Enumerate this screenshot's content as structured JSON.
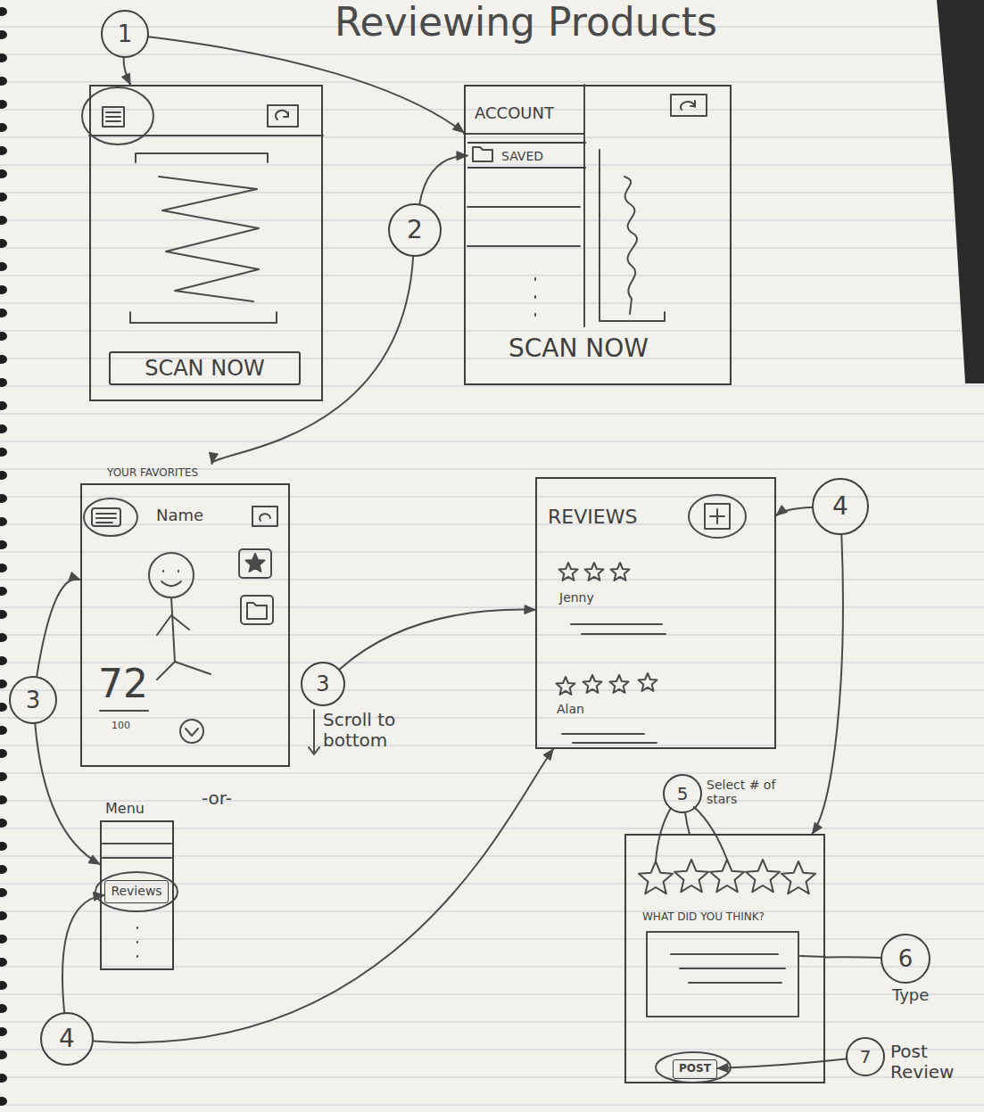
{
  "diagram": {
    "title": "Reviewing Products",
    "nodes": [
      {
        "text": [
          "SCAN NOW"
        ]
      },
      {
        "text": [
          "ACCOUNT",
          "SCAN NOW"
        ]
      },
      {
        "text": [
          "SAVED"
        ],
        "in": 1
      },
      {
        "text": [
          "YOUR FAVORITES",
          "Name",
          "72",
          "100"
        ]
      },
      {
        "text": [
          "Menu"
        ]
      },
      {
        "text": [
          "Reviews"
        ],
        "in": 4
      },
      {
        "text": [
          "REVIEWS",
          "Jenny",
          "Alan"
        ]
      },
      {
        "text": [
          "WHAT DID YOU THINK?"
        ]
      },
      {
        "text": [
          "POST"
        ],
        "in": 7
      },
      {
        "text": [
          "1"
        ]
      },
      {
        "text": [
          "2"
        ]
      },
      {
        "text": [
          "3"
        ]
      },
      {
        "text": [
          "3"
        ]
      },
      {
        "text": [
          "4"
        ]
      },
      {
        "text": [
          "4"
        ]
      },
      {
        "text": [
          "5"
        ]
      },
      {
        "text": [
          "6"
        ]
      },
      {
        "text": [
          "7"
        ]
      }
    ],
    "edges": [
      {
        "from": 9,
        "to": 0,
        "arrow": "to"
      },
      {
        "from": 9,
        "to": 1,
        "arrow": "to"
      },
      {
        "from": 10,
        "to": 2,
        "arrow": "to"
      },
      {
        "from": 10,
        "to": 3,
        "arrow": "to"
      },
      {
        "from": 11,
        "to": 3,
        "arrow": "to"
      },
      {
        "from": 11,
        "to": 4,
        "arrow": "to"
      },
      {
        "from": 12,
        "to": 6,
        "arrow": "to"
      },
      {
        "from": 13,
        "to": 5,
        "arrow": "to"
      },
      {
        "from": 13,
        "to": 6,
        "arrow": "to"
      },
      {
        "from": 14,
        "to": 6,
        "arrow": "to"
      },
      {
        "from": 14,
        "to": 7,
        "arrow": "to"
      },
      {
        "from": 15,
        "to": 7,
        "arrow": "none"
      },
      {
        "from": 16,
        "to": 7,
        "arrow": "none"
      },
      {
        "from": 17,
        "to": 8,
        "arrow": "to"
      }
    ],
    "labels": [
      "Scroll to bottom",
      "-or-",
      "Select # of stars",
      "Type",
      "Post Review"
    ]
  }
}
